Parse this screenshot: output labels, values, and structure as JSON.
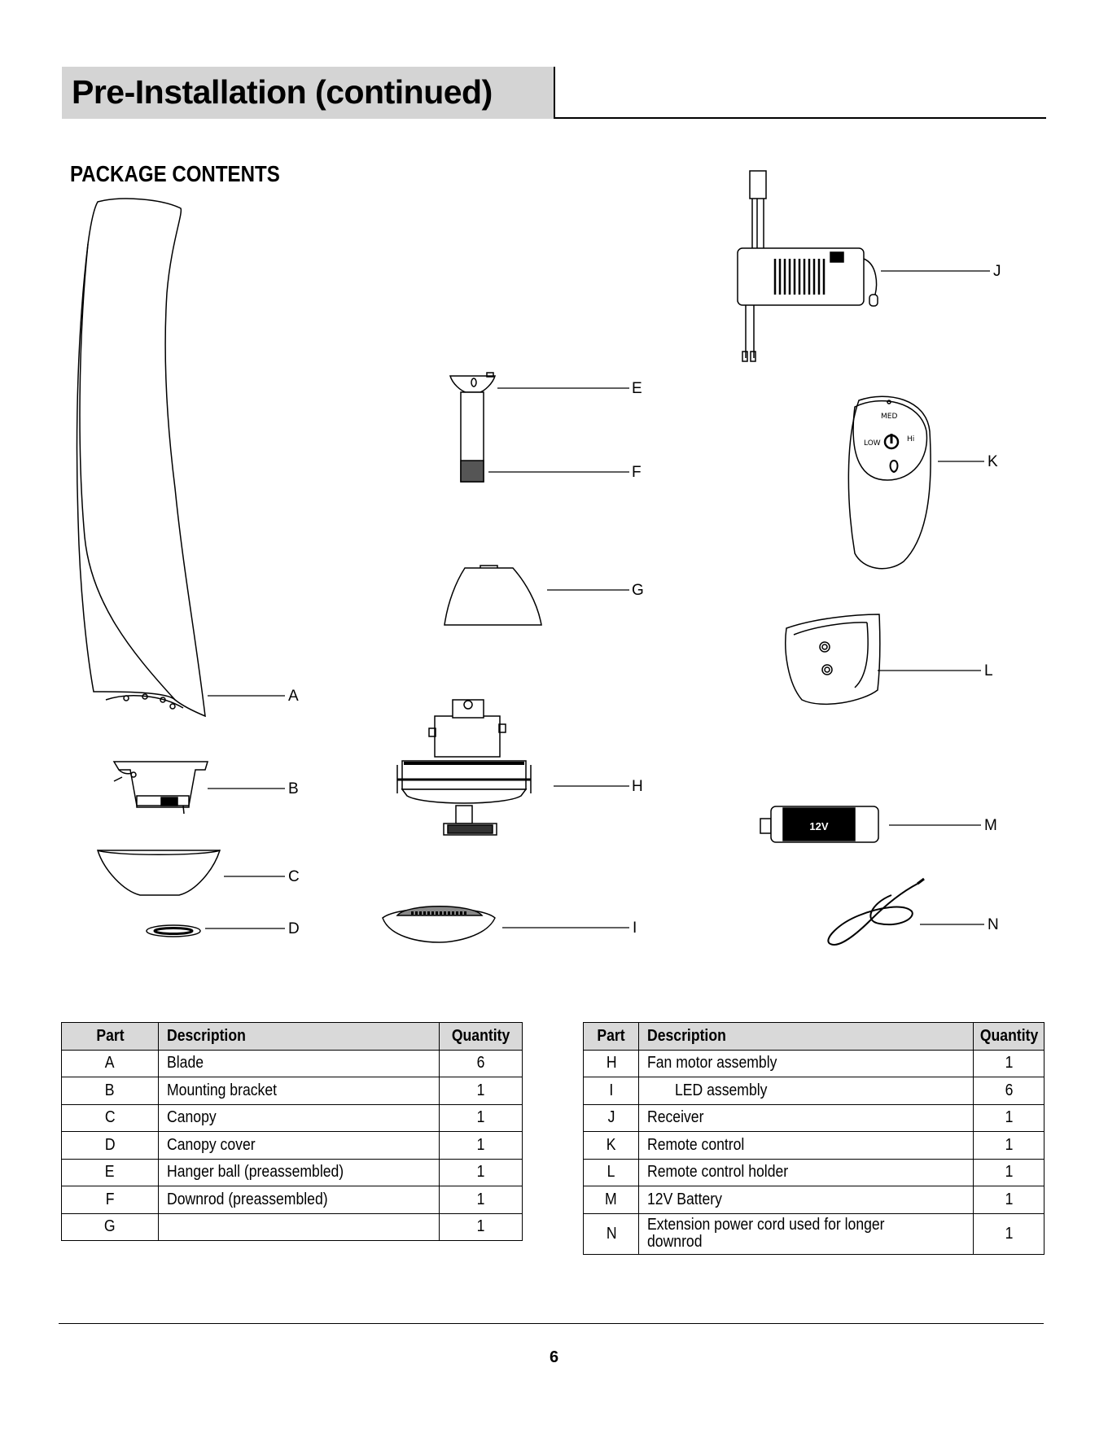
{
  "header": {
    "title": "Pre-Installation (continued)"
  },
  "section": {
    "title": "PACKAGE CONTENTS"
  },
  "callouts": {
    "A": "A",
    "B": "B",
    "C": "C",
    "D": "D",
    "E": "E",
    "F": "F",
    "G": "G",
    "H": "H",
    "I": "I",
    "J": "J",
    "K": "K",
    "L": "L",
    "M": "M",
    "N": "N"
  },
  "remote": {
    "med": "MED",
    "low": "LOW",
    "hi": "Hi"
  },
  "battery": {
    "label": "12V"
  },
  "table_left": {
    "headers": {
      "part": "Part",
      "description": "Description",
      "quantity": "Quantity"
    },
    "rows": [
      {
        "part": "A",
        "description": "Blade",
        "quantity": "6"
      },
      {
        "part": "B",
        "description": "Mounting bracket",
        "quantity": "1"
      },
      {
        "part": "C",
        "description": "Canopy",
        "quantity": "1"
      },
      {
        "part": "D",
        "description": "Canopy cover",
        "quantity": "1"
      },
      {
        "part": "E",
        "description": "Hanger ball (preassembled)",
        "quantity": "1"
      },
      {
        "part": "F",
        "description": "Downrod (preassembled)",
        "quantity": "1"
      },
      {
        "part": "G",
        "description": "",
        "quantity": "1"
      }
    ]
  },
  "table_right": {
    "headers": {
      "part": "Part",
      "description": "Description",
      "quantity": "Quantity"
    },
    "rows": [
      {
        "part": "H",
        "description": "Fan motor assembly",
        "quantity": "1"
      },
      {
        "part": "I",
        "description": "LED assembly",
        "quantity": "6"
      },
      {
        "part": "J",
        "description": "Receiver",
        "quantity": "1"
      },
      {
        "part": "K",
        "description": "Remote control",
        "quantity": "1"
      },
      {
        "part": "L",
        "description": "Remote control holder",
        "quantity": "1"
      },
      {
        "part": "M",
        "description": "12V Battery",
        "quantity": "1"
      },
      {
        "part": "N",
        "description": "Extension power cord used for longer downrod",
        "quantity": "1"
      }
    ]
  },
  "footer": {
    "page_number": "6"
  }
}
